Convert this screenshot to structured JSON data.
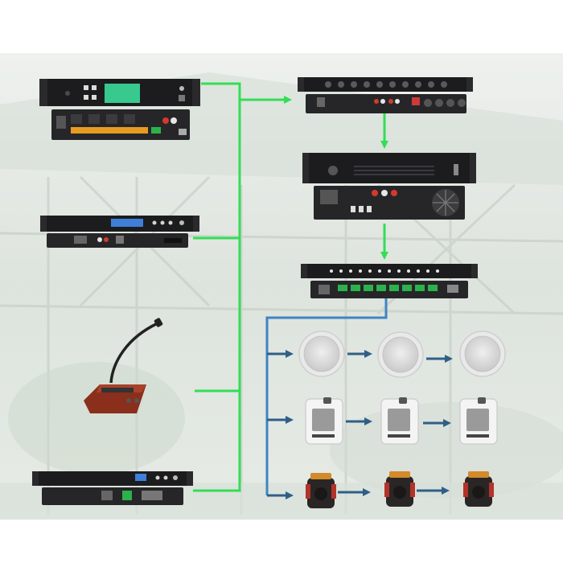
{
  "colors": {
    "green_line": "#33dd55",
    "blue_line": "#3f84c4",
    "arrow_dark_blue": "#2f5f86",
    "background_photo_tint": "#dbe2dd"
  },
  "icons": {
    "ceiling_speaker": "ceiling-speaker-icon",
    "wall_speaker": "wall-speaker-icon",
    "horn_speaker": "horn-speaker-icon",
    "microphone": "paging-microphone-icon"
  },
  "devices": {
    "left": [
      {
        "id": "controller",
        "name": "control-host-unit"
      },
      {
        "id": "tuner",
        "name": "tuner-player-unit"
      },
      {
        "id": "mic",
        "name": "paging-microphone"
      },
      {
        "id": "player",
        "name": "media-player-unit"
      }
    ],
    "right": [
      {
        "id": "preamp",
        "name": "pre-amplifier-unit"
      },
      {
        "id": "amplifier",
        "name": "power-amplifier-unit"
      },
      {
        "id": "zone",
        "name": "zone-distributor-unit"
      }
    ]
  },
  "speaker_rows": [
    {
      "type": "ceiling",
      "count": 3
    },
    {
      "type": "wall",
      "count": 3
    },
    {
      "type": "horn",
      "count": 3
    }
  ]
}
